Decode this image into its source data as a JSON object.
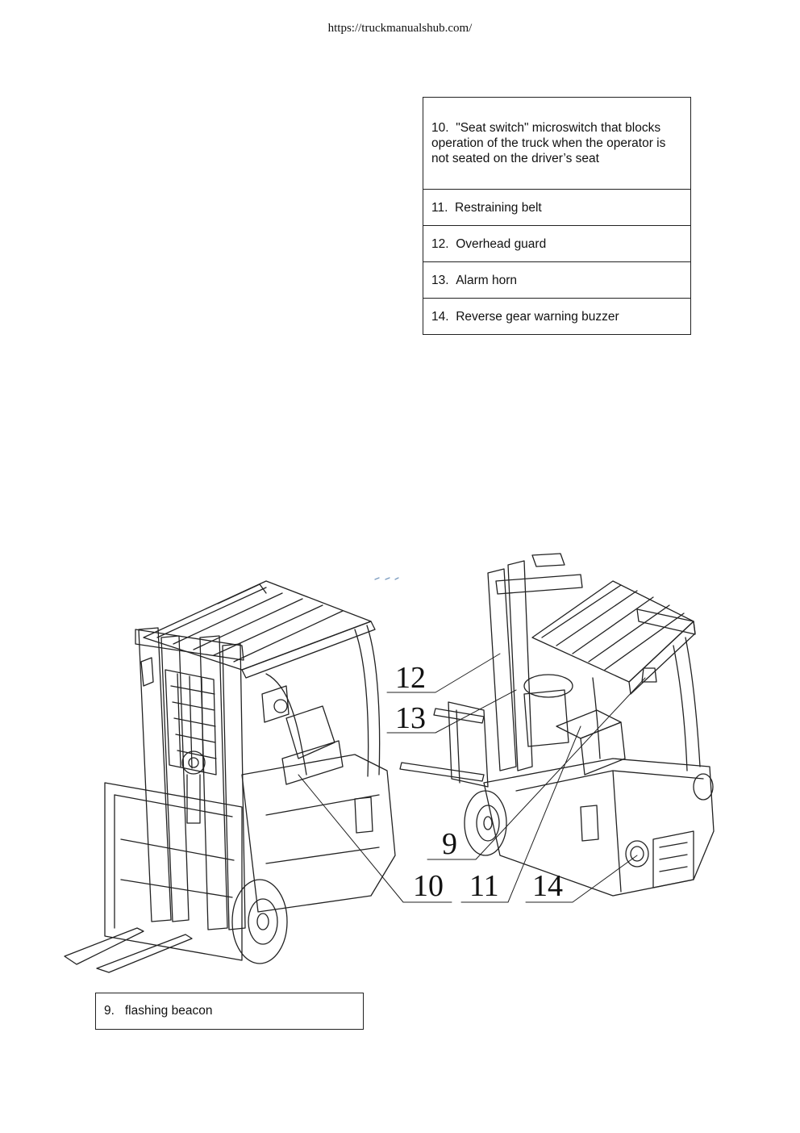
{
  "header": {
    "url": "https://truckmanualshub.com/"
  },
  "legend_items": [
    {
      "num": "10.",
      "text": "\"Seat switch\" microswitch that blocks operation of the truck when the operator is not seated on the driver’s seat"
    },
    {
      "num": "11.",
      "text": "Restraining belt"
    },
    {
      "num": "12.",
      "text": "Overhead guard"
    },
    {
      "num": "13.",
      "text": "Alarm horn"
    },
    {
      "num": "14.",
      "text": "Reverse gear warning buzzer"
    }
  ],
  "legend_bottom": {
    "num": "9.",
    "text": "flashing beacon"
  },
  "figure": {
    "callouts": {
      "c12": "12",
      "c13": "13",
      "c9": "9",
      "c10": "10",
      "c11": "11",
      "c14": "14"
    },
    "line_color": "#222222"
  }
}
